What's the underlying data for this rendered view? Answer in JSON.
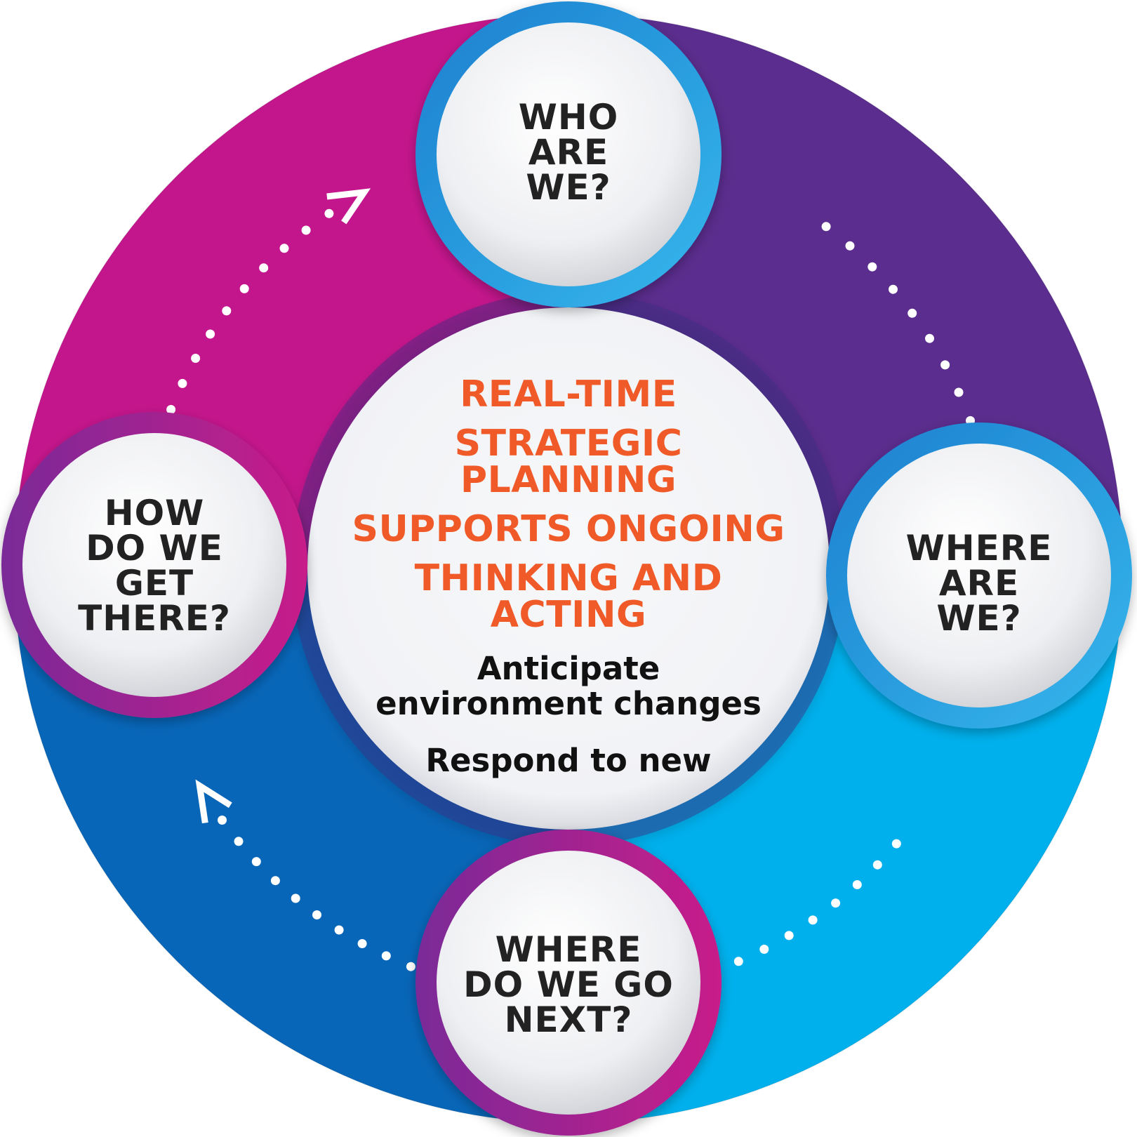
{
  "nodes": {
    "who": [
      "WHO",
      "ARE",
      "WE?"
    ],
    "where_are": [
      "WHERE",
      "ARE",
      "WE?"
    ],
    "next": [
      "WHERE",
      "DO WE GO",
      "NEXT?"
    ],
    "how": [
      "HOW",
      "DO WE",
      "GET",
      "THERE?"
    ]
  },
  "center": {
    "heading": [
      "REAL-TIME",
      "STRATEGIC",
      "PLANNING",
      "SUPPORTS ONGOING",
      "THINKING AND",
      "ACTING"
    ],
    "body": [
      "Anticipate",
      "environment changes",
      "Respond to new"
    ]
  },
  "colors": {
    "magenta": "#c4168c",
    "purple": "#5b2d8e",
    "cyan": "#00b0ec",
    "blue": "#0866b8",
    "orange": "#f05a28",
    "ring_blue": "#2aa3e0",
    "ring_magenta": "#b5208d"
  }
}
